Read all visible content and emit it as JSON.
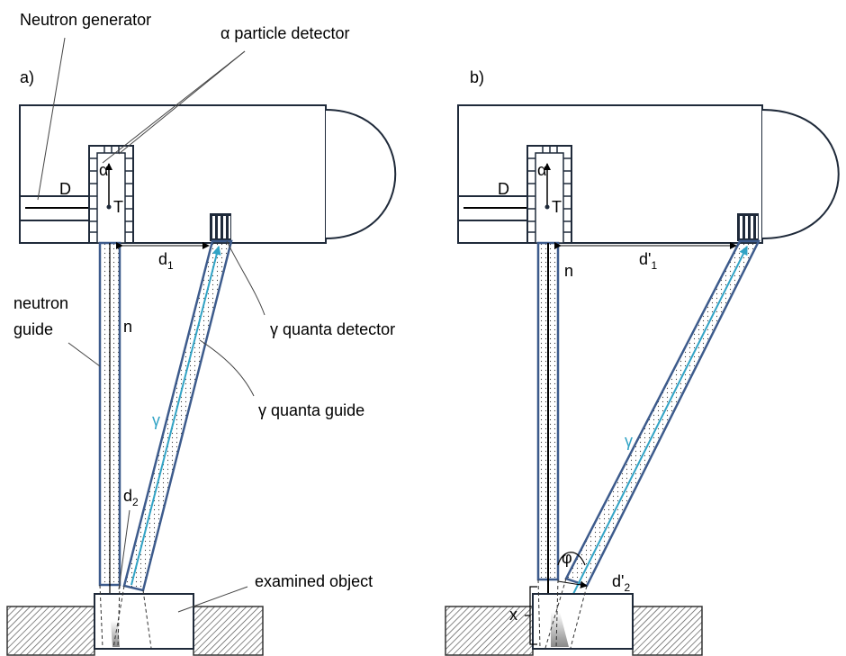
{
  "labels": {
    "neutron_generator": "Neutron generator",
    "alpha_detector": "α particle detector",
    "panel_a": "a)",
    "panel_b": "b)",
    "D": "D",
    "alpha": "α",
    "T": "T",
    "n": "n",
    "d": "d",
    "sub1": "1",
    "sub2": "2",
    "d_prime": "d'",
    "gamma": "γ",
    "neutron_guide_1": "neutron",
    "neutron_guide_2": "guide",
    "gamma_detector": "γ quanta detector",
    "gamma_guide": "γ quanta guide",
    "examined_object": "examined object",
    "phi": "φ",
    "x": "x"
  },
  "colors": {
    "outline": "#1f2a3a",
    "guide": "#3d5b8c",
    "gamma": "#31a3c5",
    "hatch": "#555555",
    "tail": "#888888"
  }
}
